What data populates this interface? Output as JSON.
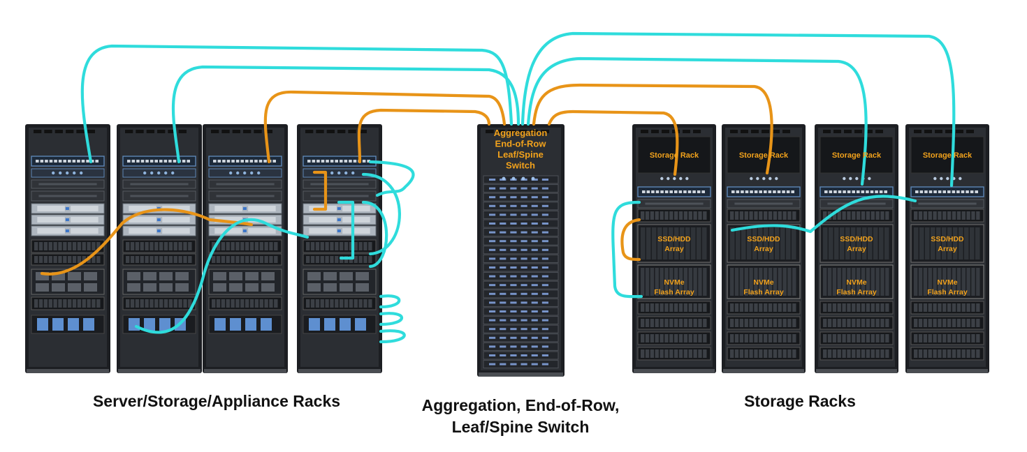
{
  "captions": {
    "server_racks": "Server/Storage/Appliance Racks",
    "aggregation_line1": "Aggregation, End-of-Row,",
    "aggregation_line2": "Leaf/Spine Switch",
    "storage_racks": "Storage Racks"
  },
  "switch_label": [
    "Aggregation",
    "End-of-Row",
    "Leaf/Spine",
    "Switch"
  ],
  "storage_rack": {
    "header": "Storage Rack",
    "array1": [
      "SSD/HDD",
      "Array"
    ],
    "array2": [
      "NVMe",
      "Flash Array"
    ]
  },
  "colors": {
    "cable_cyan": "#2fdcdc",
    "cable_orange": "#e89418",
    "label_orange": "#f2a21c",
    "rack_frame": "#1c1e22",
    "rack_body": "#2b2e33"
  },
  "counts": {
    "server_racks": 4,
    "storage_racks": 4,
    "switch": 1
  }
}
